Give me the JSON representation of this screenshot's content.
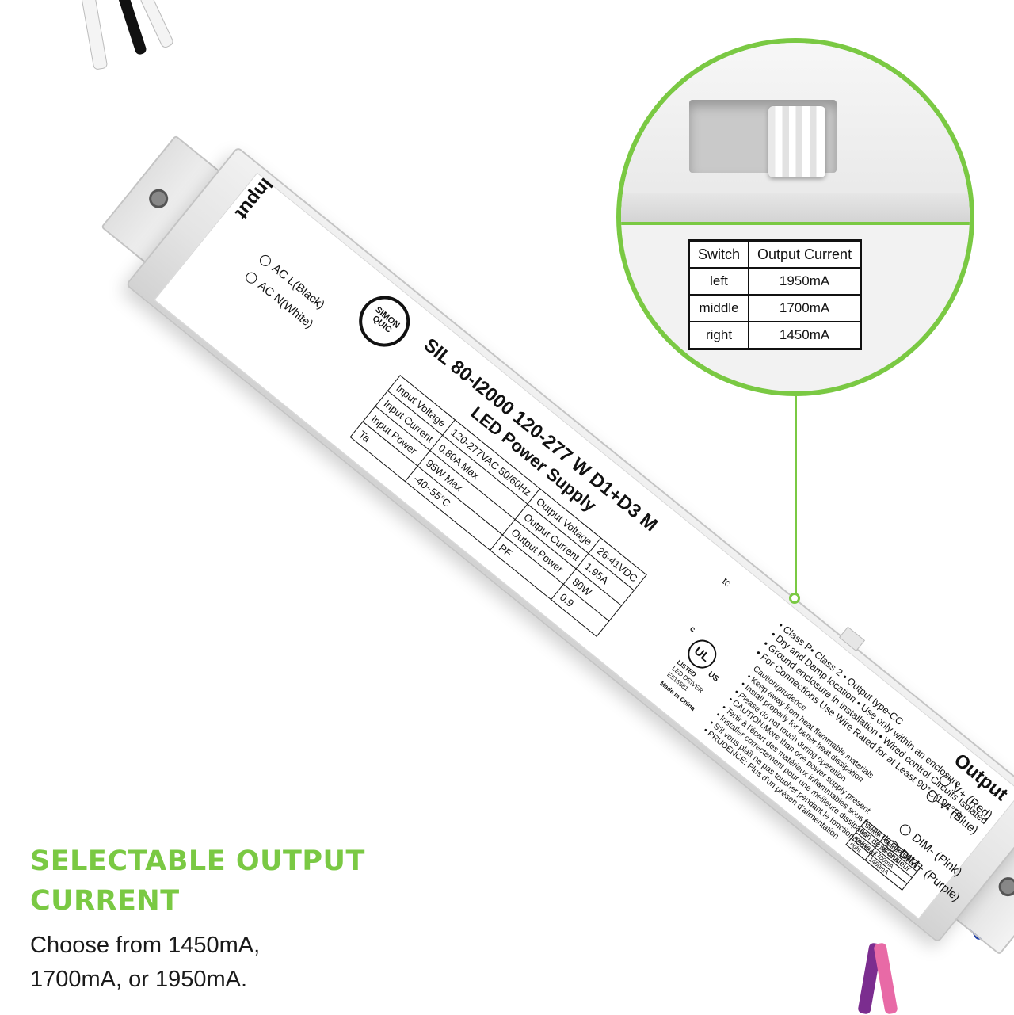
{
  "promo": {
    "title": "SELECTABLE OUTPUT CURRENT",
    "text": "Choose from 1450mA, 1700mA, or 1950mA."
  },
  "zoom": {
    "table": {
      "headers": [
        "Switch",
        "Output Current"
      ],
      "rows": [
        [
          "left",
          "1950mA"
        ],
        [
          "middle",
          "1700mA"
        ],
        [
          "right",
          "1450mA"
        ]
      ]
    }
  },
  "label": {
    "brand": "SIMON QUIC",
    "title": "SIL 80-I2000 120-277 W D1+D3 M",
    "subtitle": "LED Power Supply",
    "input_heading": "Input",
    "output_heading": "Output",
    "input_terminals": [
      "AC L(Black)",
      "AC N(White)"
    ],
    "output_terminals": [
      "V+ (Red)",
      "V- (Blue)",
      "DIM- (Pink)",
      "DIM+ (Purple)"
    ],
    "specs": [
      [
        "Input Voltage",
        "120-277VAC 50/60Hz",
        "Output Voltage",
        "26-41VDC"
      ],
      [
        "Input Current",
        "0.80A Max",
        "Output Current",
        "1.95A"
      ],
      [
        "Input Power",
        "95W Max",
        "Output Power",
        "80W"
      ],
      [
        "Ta",
        "-40~55°C",
        "PF",
        "0.9"
      ]
    ],
    "tc": "tc",
    "listing": {
      "mark": "UL",
      "listed": "LISTED",
      "type": "LED DRIVER",
      "file": "E516581",
      "origin": "Made in China",
      "c": "c",
      "us": "US"
    },
    "notes": [
      "• Class P• Class 2 • Output type-CC",
      "• Dry and Damp location • Use only within an enclosure",
      "• Ground enclosure in installation • Wired control Circuits Isolated",
      "• For Connections Use Wire Rated for at Least 90°C(194°F)"
    ],
    "caution": [
      "Caution/prudence",
      "• Keep away from heat flammable materials",
      "• Install properly for better heat dissipation",
      "• Please do not touch during operation",
      "• CAUTION:More than one power supply present",
      "• Tenir à l'écart des matériaux inflammables sous forme de chaleur",
      "• Installer correctement pour une meilleure dissipation de la chaleur",
      "• S'il vous plaît ne pas toucher pendant le fonctionnement",
      "• PRUDENCE: Plus d'un présen d'alimentation"
    ],
    "mini_table": [
      [
        "Switch",
        "Output Current"
      ],
      [
        "left",
        "1950mA"
      ],
      [
        "middle",
        "1700mA"
      ],
      [
        "right",
        "1450mA"
      ]
    ]
  },
  "colors": {
    "accent": "#7ac943",
    "wire_red": "#e0322e",
    "wire_blue": "#1f3fa8",
    "wire_pink": "#e86aa6",
    "wire_purple": "#7b2d8f",
    "wire_black": "#111111",
    "wire_white": "#f4f4f4"
  }
}
